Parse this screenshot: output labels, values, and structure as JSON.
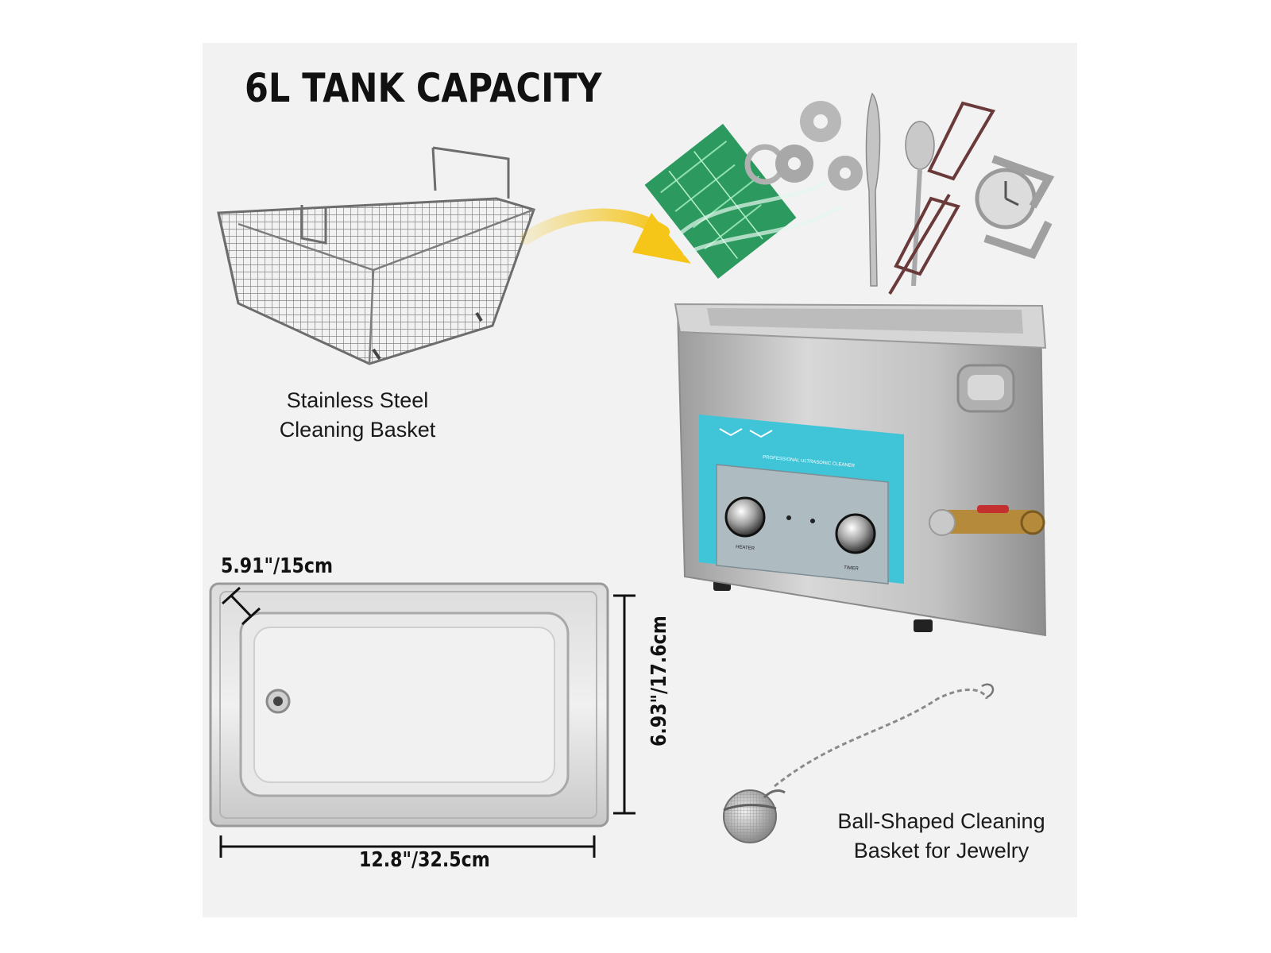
{
  "headline": "6L TANK CAPACITY",
  "captions": {
    "basket": [
      "Stainless Steel",
      "Cleaning Basket"
    ],
    "ball": [
      "Ball-Shaped Cleaning",
      "Basket for Jewelry"
    ]
  },
  "dimensions": {
    "depth": "5.91\"/15cm",
    "width": "12.8\"/32.5cm",
    "height": "6.93\"/17.6cm"
  },
  "machine_label": "PROFESSIONAL ULTRASONIC CLEANER",
  "knob_left_label": "HEATER",
  "knob_right_label": "TIMER",
  "colors": {
    "background": "#f2f2f2",
    "arrow": "#f5c518",
    "panel_teal": "#3fc4d8",
    "steel": "#c9c9c9"
  }
}
